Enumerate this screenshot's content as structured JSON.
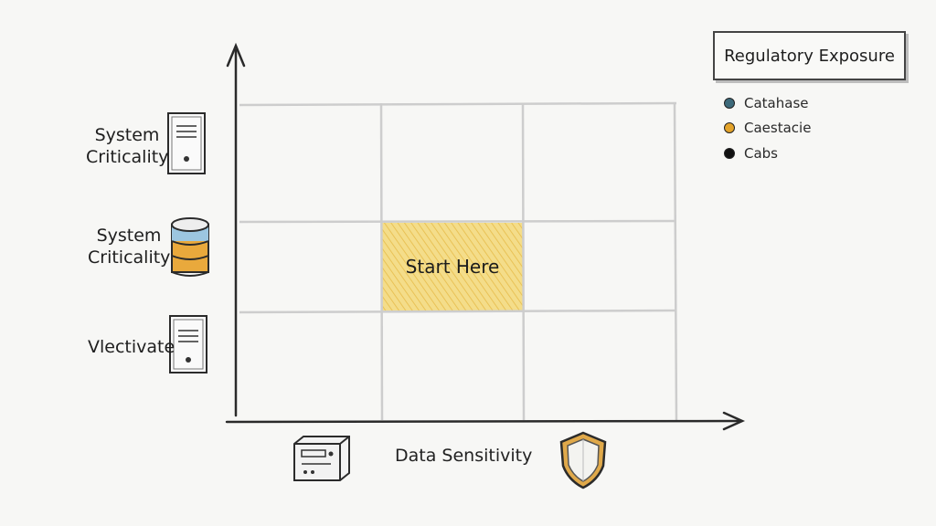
{
  "diagram": {
    "y_axis_labels": [
      "System\nCriticality",
      "System\nCriticality",
      "Vlectivate"
    ],
    "x_axis_label": "Data Sensitivity",
    "highlight_cell_label": "Start Here",
    "legend": {
      "title": "Regulatory Exposure",
      "items": [
        {
          "label": "Catahase",
          "color": "#3d6a7a"
        },
        {
          "label": "Caestacie",
          "color": "#e3a32a"
        },
        {
          "label": "Cabs",
          "color": "#111111"
        }
      ]
    },
    "colors": {
      "highlight": "#f0cf5a",
      "grid": "#cfcfcf",
      "axis": "#2a2a2a",
      "db_blue": "#9cc6e0",
      "db_orange": "#e9a93c"
    },
    "icons": {
      "row1": "server-icon",
      "row2": "database-icon",
      "row3": "server-icon",
      "x_left": "hardware-device-icon",
      "x_right": "shield-icon"
    }
  }
}
